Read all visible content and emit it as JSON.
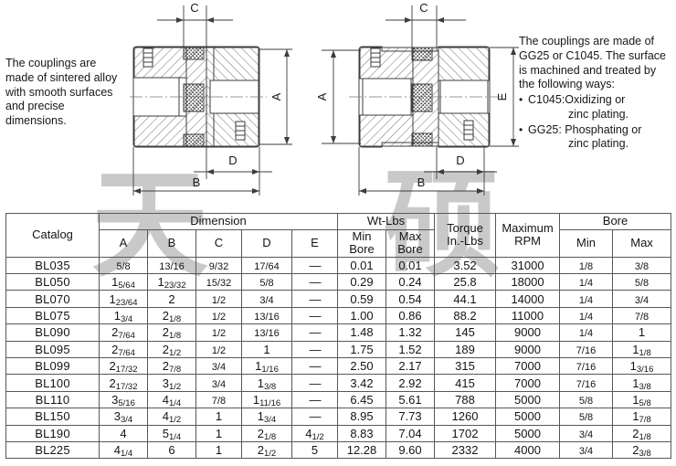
{
  "watermark": {
    "left": "天",
    "right": "硕"
  },
  "blurb_left": "The couplings are made of sintered alloy with smooth surfaces and precise dimensions.",
  "blurb_right": {
    "intro": "The couplings are made of GG25 or C1045. The surface is machined and treated by the following ways:",
    "bullets": [
      {
        "head": "C1045:Oxidizing or",
        "tail": "zinc plating."
      },
      {
        "head": "GG25: Phosphating or",
        "tail": "zinc plating."
      }
    ]
  },
  "drawings": {
    "left": {
      "labels": [
        "C",
        "A",
        "B",
        "D"
      ]
    },
    "right": {
      "labels": [
        "C",
        "A",
        "E",
        "B",
        "D"
      ]
    }
  },
  "table": {
    "headers": {
      "catalog": "Catalog",
      "dimension": "Dimension",
      "dim_cols": [
        "A",
        "B",
        "C",
        "D",
        "E"
      ],
      "wt_lbs": "Wt-Lbs",
      "min_bore": "Min Bore",
      "max_bore": "Max Bore",
      "torque": "Torque In.-Lbs",
      "max_rpm": "Maximum RPM",
      "bore": "Bore",
      "bore_min": "Min",
      "bore_max": "Max"
    },
    "rows": [
      {
        "catalog": "BL035",
        "a": "5/8",
        "b": "13/16",
        "c": "9/32",
        "d": "17/64",
        "e": "—",
        "min_bore": "0.01",
        "max_bore": "0.01",
        "torque": "3.52",
        "rpm": "31000",
        "bmin": "1/8",
        "bmax": "3/8"
      },
      {
        "catalog": "BL050",
        "a": "1|5/64",
        "b": "1|23/32",
        "c": "15/32",
        "d": "5/8",
        "e": "—",
        "min_bore": "0.29",
        "max_bore": "0.24",
        "torque": "25.8",
        "rpm": "18000",
        "bmin": "1/4",
        "bmax": "5/8"
      },
      {
        "catalog": "BL070",
        "a": "1|23/64",
        "b": "2",
        "c": "1/2",
        "d": "3/4",
        "e": "—",
        "min_bore": "0.59",
        "max_bore": "0.54",
        "torque": "44.1",
        "rpm": "14000",
        "bmin": "1/4",
        "bmax": "3/4"
      },
      {
        "catalog": "BL075",
        "a": "1|3/4",
        "b": "2|1/8",
        "c": "1/2",
        "d": "13/16",
        "e": "—",
        "min_bore": "1.00",
        "max_bore": "0.86",
        "torque": "88.2",
        "rpm": "11000",
        "bmin": "1/4",
        "bmax": "7/8"
      },
      {
        "catalog": "BL090",
        "a": "2|7/64",
        "b": "2|1/8",
        "c": "1/2",
        "d": "13/16",
        "e": "—",
        "min_bore": "1.48",
        "max_bore": "1.32",
        "torque": "145",
        "rpm": "9000",
        "bmin": "1/4",
        "bmax": "1"
      },
      {
        "catalog": "BL095",
        "a": "2|7/64",
        "b": "2|1/2",
        "c": "1/2",
        "d": "1",
        "e": "—",
        "min_bore": "1.75",
        "max_bore": "1.52",
        "torque": "189",
        "rpm": "9000",
        "bmin": "7/16",
        "bmax": "1|1/8"
      },
      {
        "catalog": "BL099",
        "a": "2|17/32",
        "b": "2|7/8",
        "c": "3/4",
        "d": "1|1/16",
        "e": "—",
        "min_bore": "2.50",
        "max_bore": "2.17",
        "torque": "315",
        "rpm": "7000",
        "bmin": "7/16",
        "bmax": "1|3/16"
      },
      {
        "catalog": "BL100",
        "a": "2|17/32",
        "b": "3|1/2",
        "c": "3/4",
        "d": "1|3/8",
        "e": "—",
        "min_bore": "3.42",
        "max_bore": "2.92",
        "torque": "415",
        "rpm": "7000",
        "bmin": "7/16",
        "bmax": "1|3/8"
      },
      {
        "catalog": "BL110",
        "a": "3|5/16",
        "b": "4|1/4",
        "c": "7/8",
        "d": "1|11/16",
        "e": "—",
        "min_bore": "6.45",
        "max_bore": "5.61",
        "torque": "788",
        "rpm": "5000",
        "bmin": "5/8",
        "bmax": "1|5/8"
      },
      {
        "catalog": "BL150",
        "a": "3|3/4",
        "b": "4|1/2",
        "c": "1",
        "d": "1|3/4",
        "e": "—",
        "min_bore": "8.95",
        "max_bore": "7.73",
        "torque": "1260",
        "rpm": "5000",
        "bmin": "5/8",
        "bmax": "1|7/8"
      },
      {
        "catalog": "BL190",
        "a": "4",
        "b": "5|1/4",
        "c": "1",
        "d": "2|1/8",
        "e": "4|1/2",
        "min_bore": "8.83",
        "max_bore": "7.04",
        "torque": "1702",
        "rpm": "5000",
        "bmin": "3/4",
        "bmax": "2|1/8"
      },
      {
        "catalog": "BL225",
        "a": "4|1/4",
        "b": "6",
        "c": "1",
        "d": "2|1/2",
        "e": "5",
        "min_bore": "12.28",
        "max_bore": "9.60",
        "torque": "2332",
        "rpm": "4000",
        "bmin": "3/4",
        "bmax": "2|3/8"
      }
    ]
  }
}
